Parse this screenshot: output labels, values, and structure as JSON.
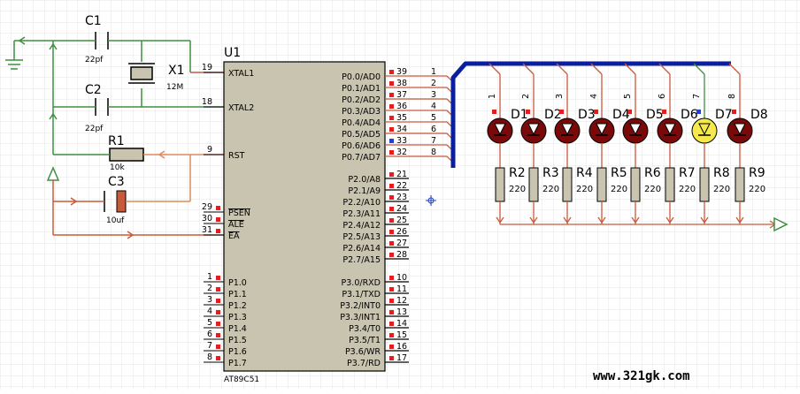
{
  "colors": {
    "grid": "#e6e6e6",
    "wire_green": "#3f8f3f",
    "wire_red": "#c85a3c",
    "wire_orange": "#e08a5c",
    "bus": "#0a1ea0",
    "chip_fill": "#c8c4b0",
    "led_off": "#7a0a0a",
    "led_on": "#f5e84a",
    "resistor_fill": "#c8c4b0",
    "pin_red": "#e02020",
    "pin_blue": "#2040e0"
  },
  "chip": {
    "ref": "U1",
    "part": "AT89C51",
    "left_pins": [
      {
        "num": "19",
        "name": "XTAL1"
      },
      {
        "num": "18",
        "name": "XTAL2"
      },
      {
        "num": "9",
        "name": "RST"
      },
      {
        "num": "29",
        "name": "PSEN"
      },
      {
        "num": "30",
        "name": "ALE"
      },
      {
        "num": "31",
        "name": "EA"
      },
      {
        "num": "1",
        "name": "P1.0"
      },
      {
        "num": "2",
        "name": "P1.1"
      },
      {
        "num": "3",
        "name": "P1.2"
      },
      {
        "num": "4",
        "name": "P1.3"
      },
      {
        "num": "5",
        "name": "P1.4"
      },
      {
        "num": "6",
        "name": "P1.5"
      },
      {
        "num": "7",
        "name": "P1.6"
      },
      {
        "num": "8",
        "name": "P1.7"
      }
    ],
    "right_pins": [
      {
        "num": "39",
        "name": "P0.0/AD0"
      },
      {
        "num": "38",
        "name": "P0.1/AD1"
      },
      {
        "num": "37",
        "name": "P0.2/AD2"
      },
      {
        "num": "36",
        "name": "P0.3/AD3"
      },
      {
        "num": "35",
        "name": "P0.4/AD4"
      },
      {
        "num": "34",
        "name": "P0.5/AD5"
      },
      {
        "num": "33",
        "name": "P0.6/AD6"
      },
      {
        "num": "32",
        "name": "P0.7/AD7"
      },
      {
        "num": "21",
        "name": "P2.0/A8"
      },
      {
        "num": "22",
        "name": "P2.1/A9"
      },
      {
        "num": "23",
        "name": "P2.2/A10"
      },
      {
        "num": "24",
        "name": "P2.3/A11"
      },
      {
        "num": "25",
        "name": "P2.4/A12"
      },
      {
        "num": "26",
        "name": "P2.5/A13"
      },
      {
        "num": "27",
        "name": "P2.6/A14"
      },
      {
        "num": "28",
        "name": "P2.7/A15"
      },
      {
        "num": "10",
        "name": "P3.0/RXD"
      },
      {
        "num": "11",
        "name": "P3.1/TXD"
      },
      {
        "num": "12",
        "name": "P3.2/INT0"
      },
      {
        "num": "13",
        "name": "P3.3/INT1"
      },
      {
        "num": "14",
        "name": "P3.4/T0"
      },
      {
        "num": "15",
        "name": "P3.5/T1"
      },
      {
        "num": "16",
        "name": "P3.6/WR"
      },
      {
        "num": "17",
        "name": "P3.7/RD"
      }
    ]
  },
  "bus_labels": [
    "1",
    "2",
    "3",
    "4",
    "5",
    "6",
    "7",
    "8"
  ],
  "components": {
    "c1": {
      "ref": "C1",
      "value": "22pf"
    },
    "c2": {
      "ref": "C2",
      "value": "22pf"
    },
    "x1": {
      "ref": "X1",
      "value": "12M"
    },
    "r1": {
      "ref": "R1",
      "value": "10k"
    },
    "c3": {
      "ref": "C3",
      "value": "10uf"
    }
  },
  "leds": [
    {
      "ref": "D1",
      "bus": "1",
      "on": false
    },
    {
      "ref": "D2",
      "bus": "2",
      "on": false
    },
    {
      "ref": "D3",
      "bus": "3",
      "on": false
    },
    {
      "ref": "D4",
      "bus": "4",
      "on": false
    },
    {
      "ref": "D5",
      "bus": "5",
      "on": false
    },
    {
      "ref": "D6",
      "bus": "6",
      "on": false
    },
    {
      "ref": "D7",
      "bus": "7",
      "on": true
    },
    {
      "ref": "D8",
      "bus": "8",
      "on": false
    }
  ],
  "resistors": [
    {
      "ref": "R2",
      "value": "220"
    },
    {
      "ref": "R3",
      "value": "220"
    },
    {
      "ref": "R4",
      "value": "220"
    },
    {
      "ref": "R5",
      "value": "220"
    },
    {
      "ref": "R6",
      "value": "220"
    },
    {
      "ref": "R7",
      "value": "220"
    },
    {
      "ref": "R8",
      "value": "220"
    },
    {
      "ref": "R9",
      "value": "220"
    }
  ],
  "watermark": "www.321gk.com"
}
